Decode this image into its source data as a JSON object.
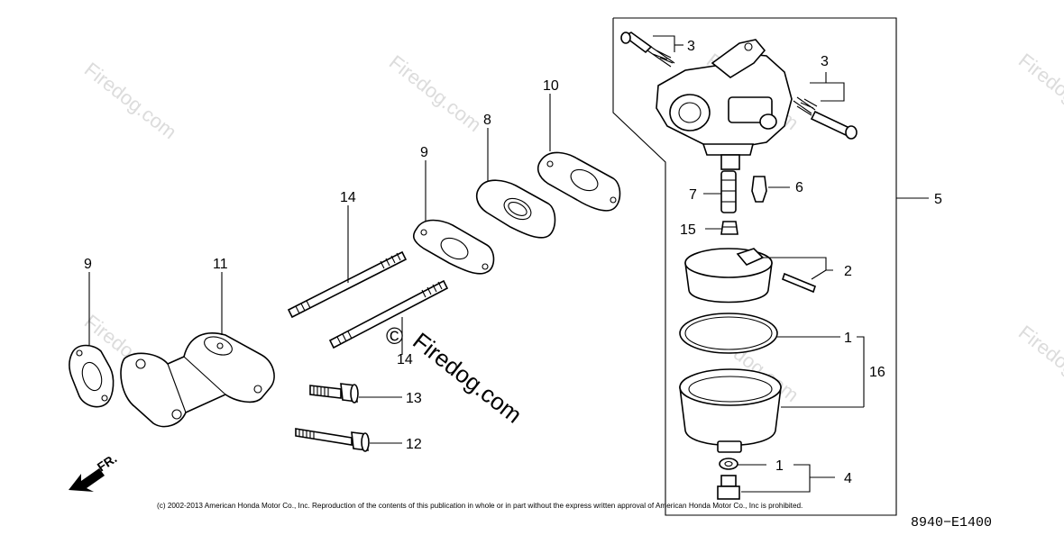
{
  "diagram": {
    "callouts": {
      "c1a": "1",
      "c1b": "1",
      "c2": "2",
      "c3a": "3",
      "c3b": "3",
      "c4": "4",
      "c5": "5",
      "c6": "6",
      "c7": "7",
      "c8": "8",
      "c9a": "9",
      "c9b": "9",
      "c10": "10",
      "c11": "11",
      "c12": "12",
      "c13": "13",
      "c14a": "14",
      "c14b": "14",
      "c15": "15",
      "c16": "16"
    },
    "front_label": "FR.",
    "watermark": "Firedog.com",
    "copyright_symbol": "©",
    "copyright": "(c) 2002-2013 American Honda Motor Co., Inc. Reproduction of the contents of this publication in whole or in part without the express written approval of American Honda Motor Co., Inc is prohibited.",
    "drawing_code": "8940−E1400"
  }
}
